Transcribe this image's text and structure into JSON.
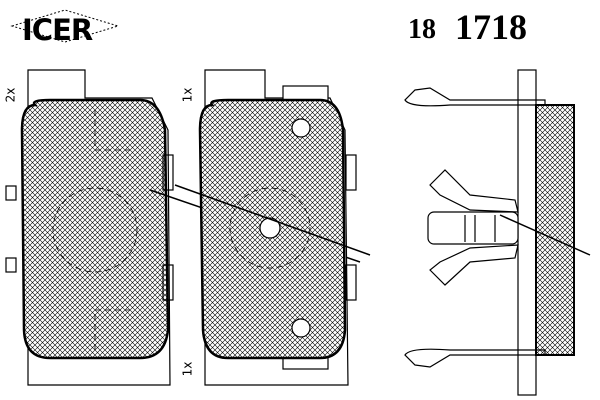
{
  "brand": {
    "logo_text": "ICER"
  },
  "part_number": {
    "prefix": "18",
    "number": "1718"
  },
  "quantities": {
    "pad_left": "2x",
    "pad_middle_top": "1x",
    "pad_middle_bottom": "1x"
  }
}
